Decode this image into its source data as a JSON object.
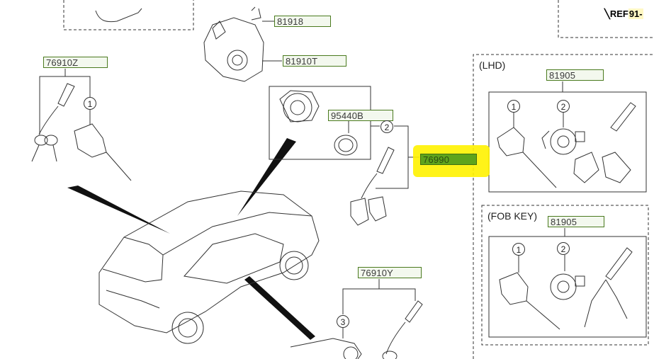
{
  "diagram": {
    "title": "Key set / Ignition lock parts diagram",
    "ref": {
      "prefix": "REF",
      "number": "91-"
    },
    "part_labels": {
      "steering_lock_top": "81918",
      "steering_lock_body": "81910T",
      "key_set_left": "76910Z",
      "immobilizer_antenna": "95440B",
      "key_set_fob": "76990",
      "key_set_bottom": "76910Y",
      "lhd_set": "81905",
      "fob_key_set": "81905"
    },
    "callouts": {
      "left_cylinder": "1",
      "fob_group": "2",
      "lhd_cylinder": "1",
      "lhd_ignition": "2",
      "fob_cylinder": "1",
      "fob_ignition": "2",
      "bottom_cylinder": "3"
    },
    "sections": {
      "lhd": "(LHD)",
      "fob_key": "(FOB KEY)"
    },
    "highlight_color": "#fff200",
    "highlight_label_color": "#5fa41c",
    "label_border_color": "#4a7a1e"
  }
}
